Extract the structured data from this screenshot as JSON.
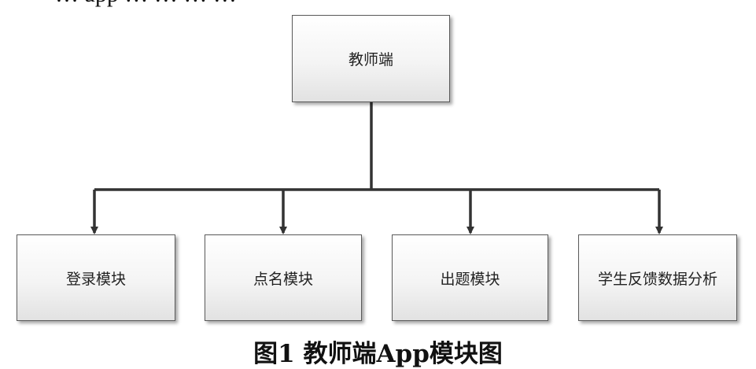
{
  "top_fragment": "… app … … … …",
  "nodes": {
    "root": "教师端",
    "children": [
      "登录模块",
      "点名模块",
      "出题模块",
      "学生反馈数据分析"
    ]
  },
  "caption": "图1 教师端App模块图",
  "colors": {
    "line": "#333333",
    "box_border": "#5a5a5a",
    "box_fill_top": "#ffffff",
    "box_fill_bottom": "#e2e2e2"
  }
}
